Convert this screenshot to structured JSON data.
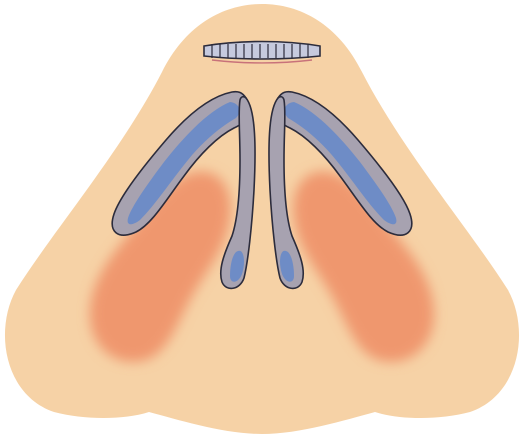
{
  "diagram": {
    "subject": "nasal base",
    "colors": {
      "background": "#ffffff",
      "skin": "#F6D2A6",
      "skin_edge": "#F2C894",
      "alar_blush": "#EE8D64",
      "cartilage_fill": "#6E8CC6",
      "cartilage_rim": "#A7A2B0",
      "outline": "#2C2C3C",
      "graft_fill": "#C6CADE"
    },
    "parts": [
      "nasal-tip-graft",
      "left-lateral-crus",
      "right-lateral-crus",
      "left-medial-crus",
      "right-medial-crus",
      "left-alar-blush",
      "right-alar-blush"
    ]
  }
}
